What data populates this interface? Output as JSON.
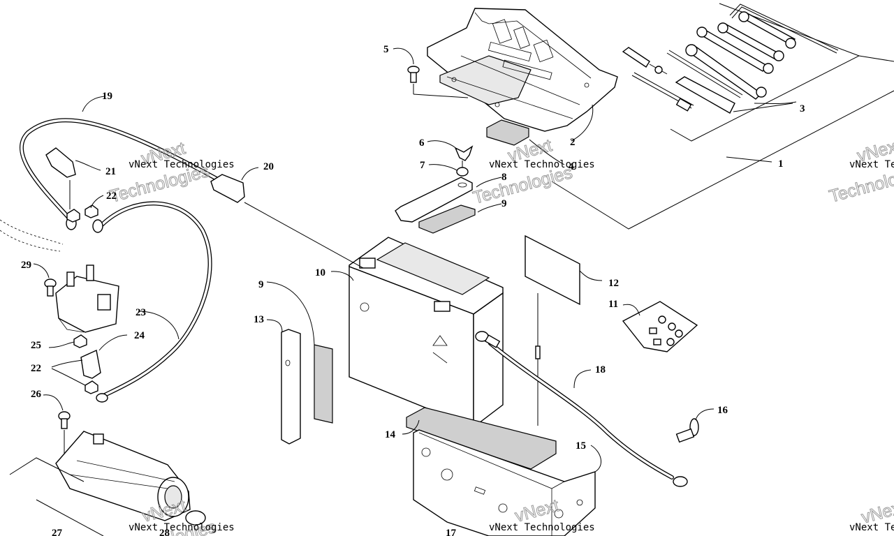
{
  "labels": {
    "l1": "1",
    "l2": "2",
    "l3": "3",
    "l4": "4",
    "l5": "5",
    "l6": "6",
    "l7": "7",
    "l8": "8",
    "l9a": "9",
    "l9b": "9",
    "l10": "10",
    "l11": "11",
    "l12": "12",
    "l13": "13",
    "l14": "14",
    "l15": "15",
    "l16": "16",
    "l17": "17",
    "l18": "18",
    "l19": "19",
    "l20": "20",
    "l21": "21",
    "l22a": "22",
    "l22b": "22",
    "l23": "23",
    "l24": "24",
    "l25": "25",
    "l26": "26",
    "l27": "27",
    "l28": "28",
    "l29": "29"
  },
  "watermark": {
    "line1": "vNext Technologies",
    "line2a": "vNext",
    "line2b": "Technologies"
  }
}
